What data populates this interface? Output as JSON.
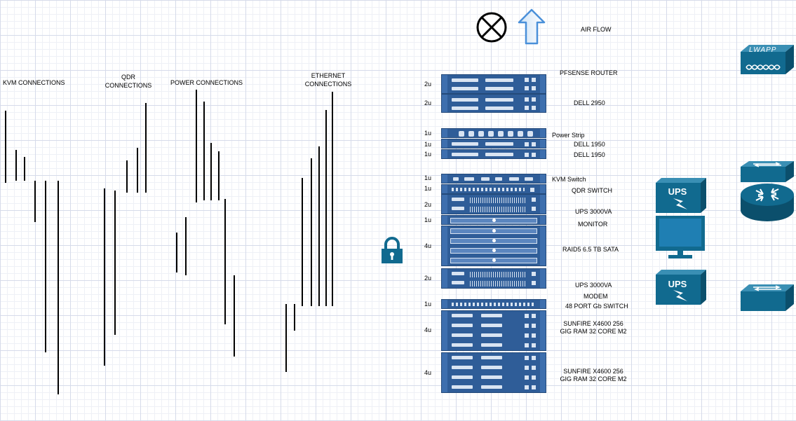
{
  "connections": {
    "kvm": "KVM CONNECTIONS",
    "qdr": "QDR CONNECTIONS",
    "power": "POWER CONNECTIONS",
    "ethernet": "ETHERNET CONNECTIONS"
  },
  "legend": {
    "airflow": "AIR FLOW"
  },
  "rack": [
    {
      "u": "2u",
      "label": "PFSENSE ROUTER"
    },
    {
      "u": "2u",
      "label": "DELL 2950"
    },
    {
      "u": "1u",
      "label": "Power Strip"
    },
    {
      "u": "1u",
      "label": "DELL 1950"
    },
    {
      "u": "1u",
      "label": "DELL 1950"
    },
    {
      "u": "1u",
      "label": "KVM Switch"
    },
    {
      "u": "1u",
      "label": "QDR SWITCH"
    },
    {
      "u": "2u",
      "label": "UPS 3000VA"
    },
    {
      "u": "1u",
      "label": "MONITOR"
    },
    {
      "u": "4u",
      "label": "RAID5 6.5 TB SATA"
    },
    {
      "u": "2u",
      "label": "UPS 3000VA"
    },
    {
      "u": "",
      "label": "MODEM"
    },
    {
      "u": "1u",
      "label": "48 PORT Gb SWITCH"
    },
    {
      "u": "4u",
      "label": "SUNFIRE X4600 256 GIG RAM 32 CORE M2"
    },
    {
      "u": "4u",
      "label": "SUNFIRE X4600 256 GIG RAM 32 CORE M2"
    }
  ],
  "icons": {
    "ups1": "UPS",
    "ups2": "UPS",
    "lwapp": "LWAPP"
  },
  "colors": {
    "rack": "#2f5d98",
    "device": "#116a8f",
    "accent": "#4a90d9"
  }
}
